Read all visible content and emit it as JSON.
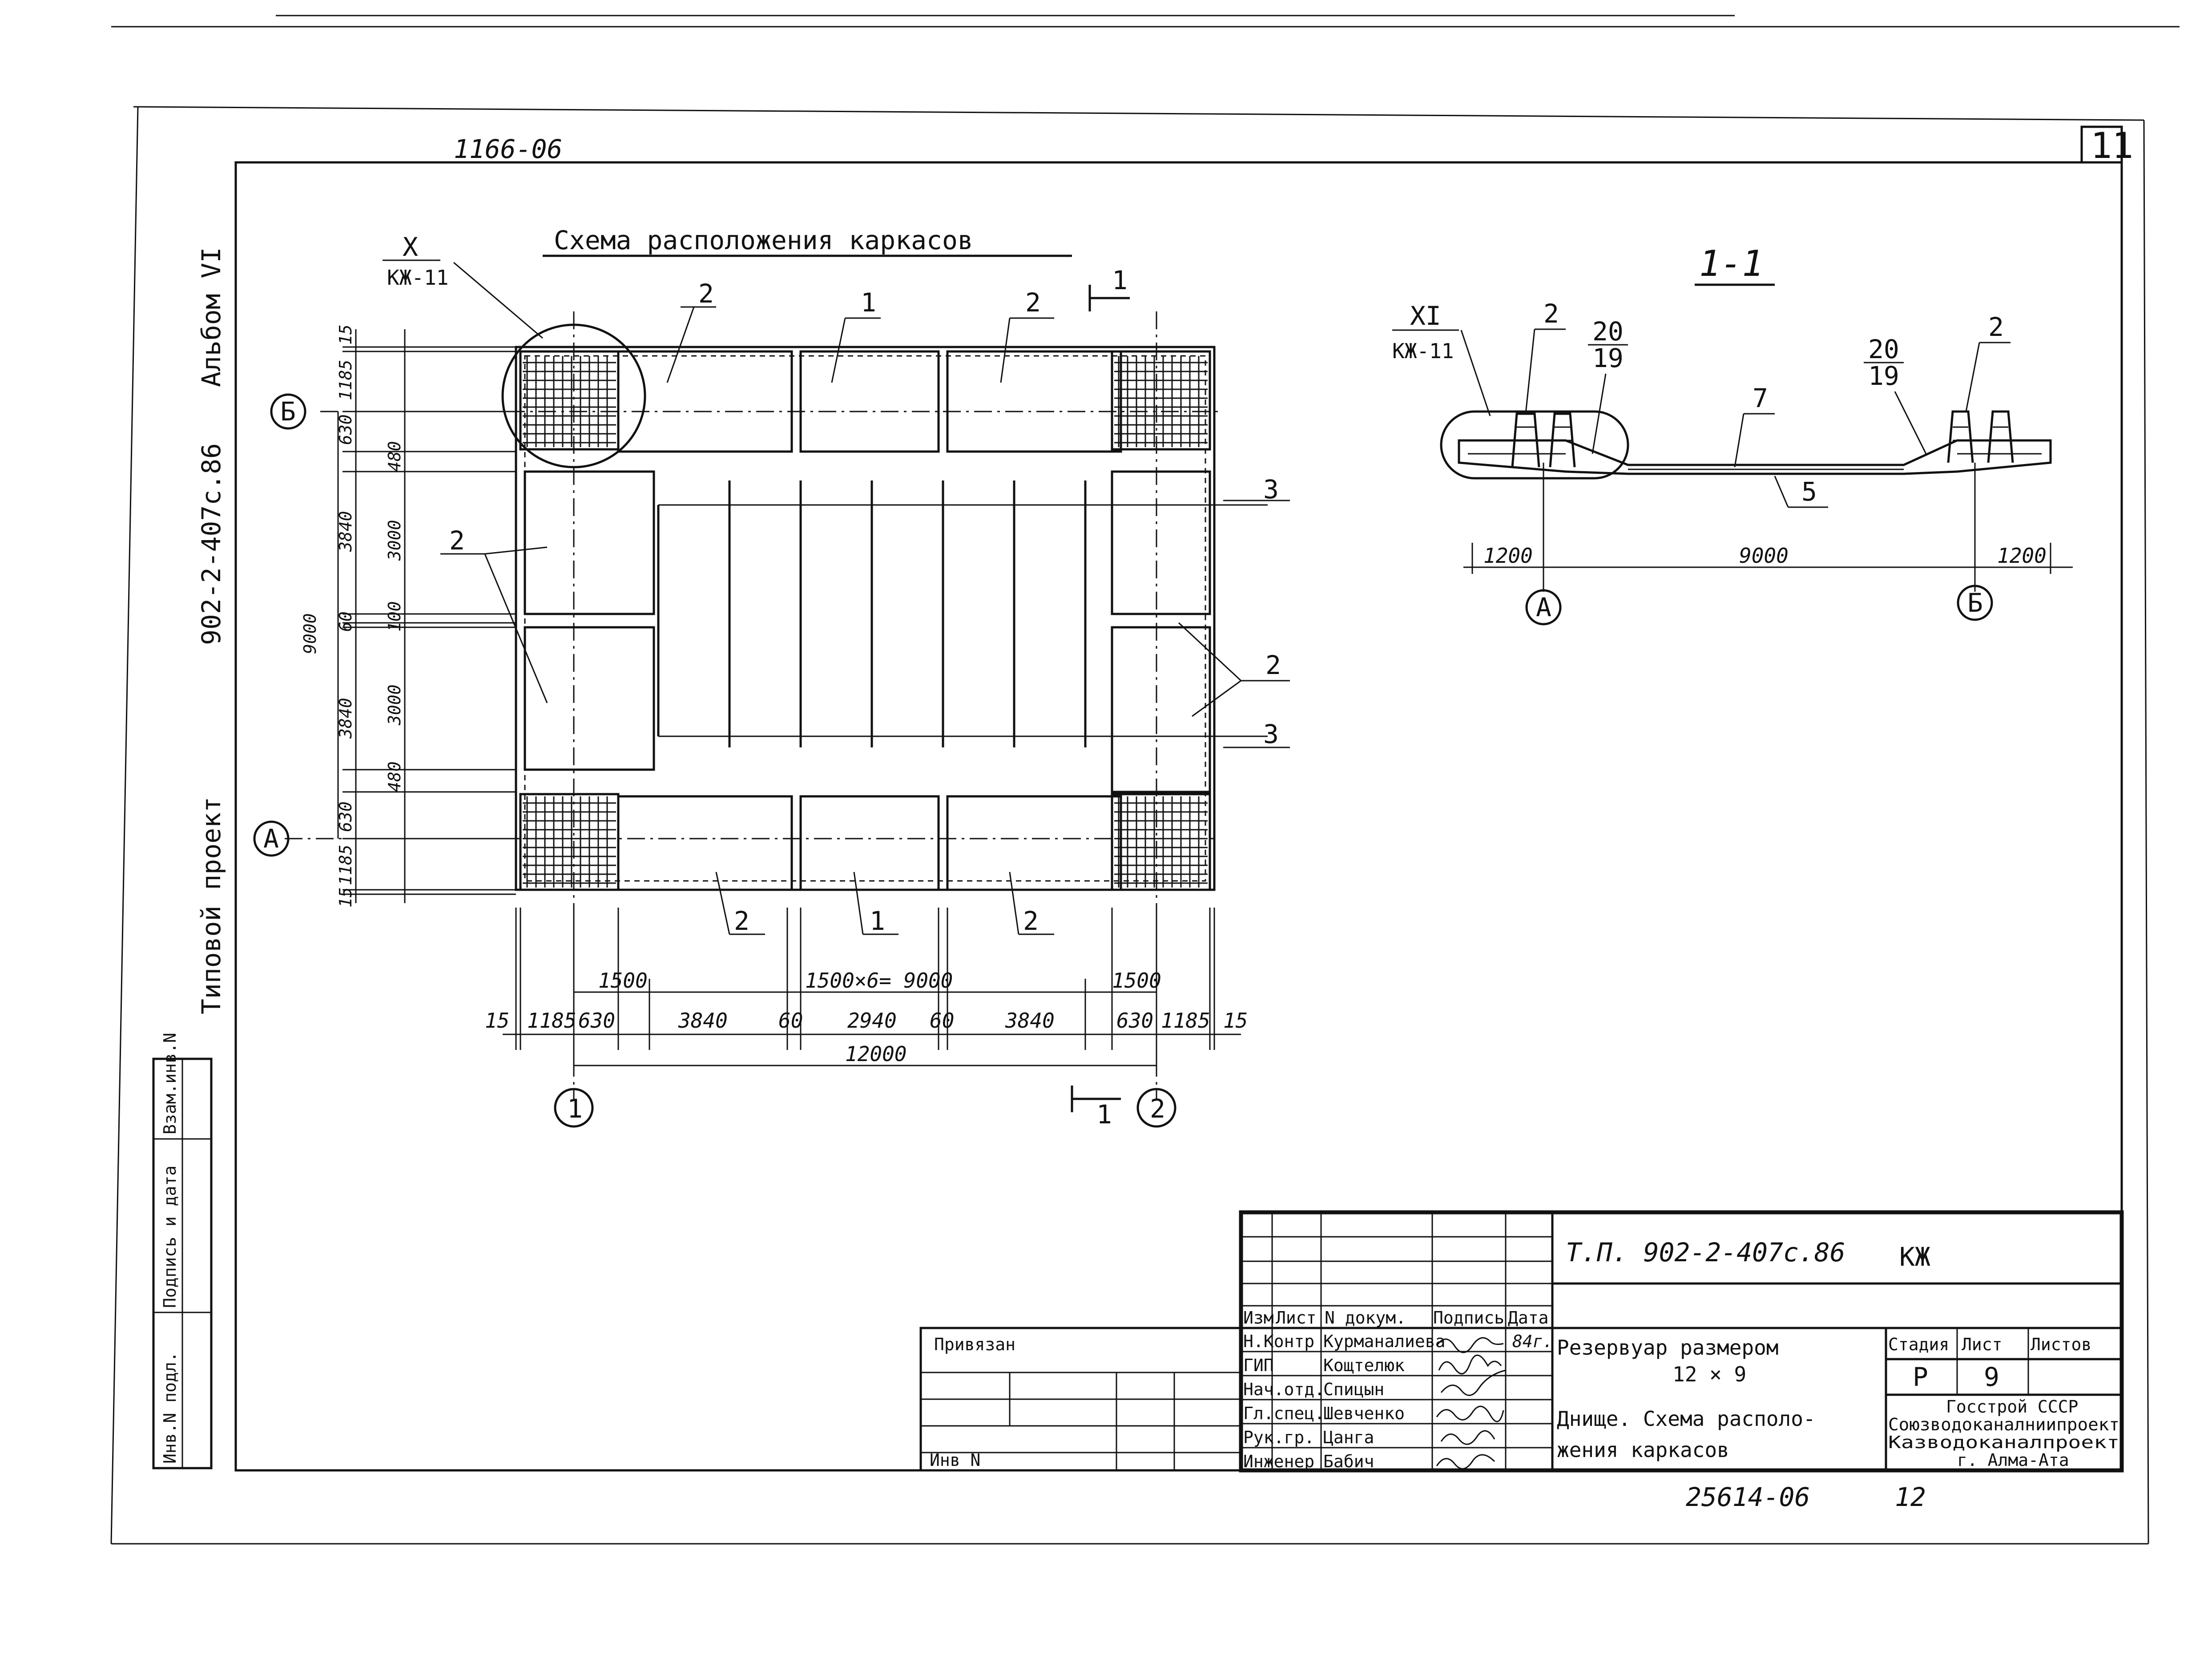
{
  "sheet": {
    "sheet_number": "11",
    "project_code_top": "1166-06",
    "side_album": "Альбом VI",
    "side_code": "902-2-407с.86",
    "side_type": "Типовой проект",
    "archive_number": "25614-06",
    "archive_page": "12"
  },
  "plan": {
    "title": "Схема расположения каркасов",
    "detail_ref": "X",
    "detail_sheet": "КЖ-11",
    "section_mark": "1",
    "axis_top": "Б",
    "axis_bottom": "А",
    "axis_left": "1",
    "axis_right": "2",
    "leaders": [
      "1",
      "2",
      "3"
    ],
    "dims_bottom": [
      "15",
      "1185",
      "630",
      "3840",
      "60",
      "2940",
      "60",
      "3840",
      "630",
      "1185",
      "15"
    ],
    "dims_bottom_upper": [
      "1500",
      "1500×6= 9000",
      "1500"
    ],
    "dim_total_width": "12000",
    "dims_left": [
      "15",
      "1185",
      "630",
      "480",
      "3840",
      "3000",
      "60",
      "100",
      "3840",
      "3000",
      "480",
      "630",
      "1185",
      "15"
    ],
    "dim_total_height": "9000"
  },
  "section": {
    "title": "1-1",
    "detail_ref": "XI",
    "detail_sheet": "КЖ-11",
    "marks": [
      "2",
      "20",
      "19",
      "7",
      "20",
      "19",
      "2",
      "5"
    ],
    "dims": [
      "1200",
      "9000",
      "1200"
    ],
    "axis_left": "А",
    "axis_right": "Б"
  },
  "binding_box": {
    "header": "Привязан",
    "inv_label": "Инв N"
  },
  "stamp": {
    "doc_code": "Т.П. 902-2-407с.86",
    "mark": "КЖ",
    "columns": [
      "Изм",
      "Лист",
      "N докум.",
      "Подпись",
      "Дата"
    ],
    "signers": [
      {
        "role": "Н.Контр",
        "name": "Курманалиева",
        "date": "84г."
      },
      {
        "role": "ГИП",
        "name": "Кощтелюк",
        "date": ""
      },
      {
        "role": "Нач.отд.",
        "name": "Спицын",
        "date": ""
      },
      {
        "role": "Гл.спец.",
        "name": "Шевченко",
        "date": ""
      },
      {
        "role": "Рук.гр.",
        "name": "Цанга",
        "date": ""
      },
      {
        "role": "Инженер",
        "name": "Бабич",
        "date": ""
      }
    ],
    "object_line1": "Резервуар размером",
    "object_line2": "12 × 9",
    "sheet_title_line1": "Днище. Схема располо-",
    "sheet_title_line2": "жения каркасов",
    "stage_label": "Стадия",
    "sheet_label": "Лист",
    "sheets_label": "Листов",
    "stage": "Р",
    "sheet": "9",
    "org1": "Госстрой СССР",
    "org2": "Союзводоканалниипроект",
    "org3": "Казводоканалпроект",
    "org4": "г. Алма-Ата"
  },
  "left_margin": {
    "cells": [
      "Инв.N подл.",
      "Подпись и дата",
      "Взам.инв.N"
    ]
  }
}
